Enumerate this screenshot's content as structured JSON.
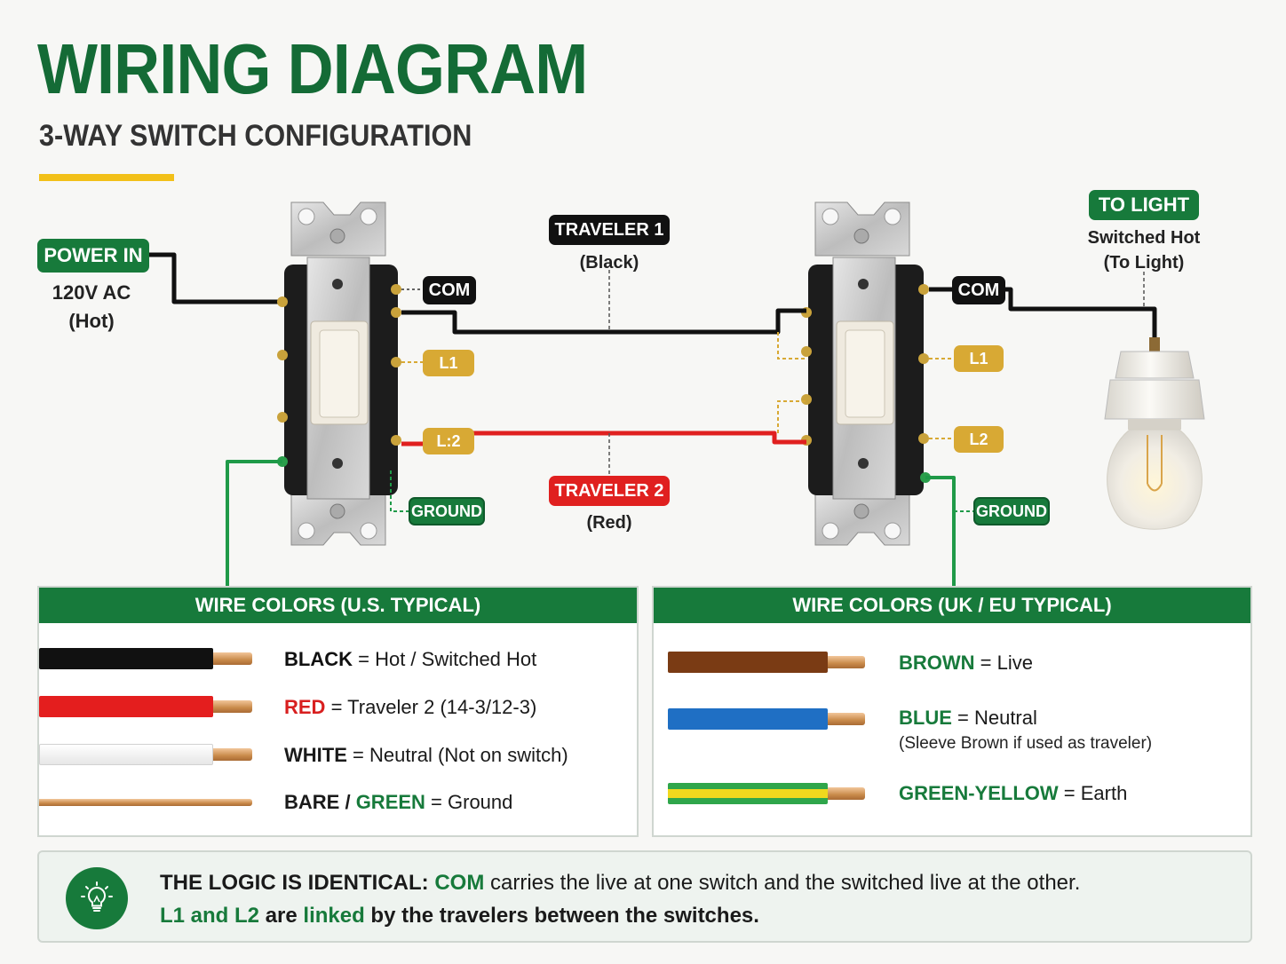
{
  "header": {
    "title": "WIRING DIAGRAM",
    "subtitle": "3-WAY SWITCH CONFIGURATION"
  },
  "diagram": {
    "power_in": {
      "label": "POWER IN",
      "line1": "120V AC",
      "line2": "(Hot)"
    },
    "to_light": {
      "label": "TO LIGHT",
      "line1": "Switched Hot",
      "line2": "(To Light)"
    },
    "traveler1": {
      "label": "TRAVELER 1",
      "color_note": "(Black)"
    },
    "traveler2": {
      "label": "TRAVELER 2",
      "color_note": "(Red)"
    },
    "left_switch": {
      "com": "COM",
      "l1": "L1",
      "l2": "L:2",
      "ground": "GROUND"
    },
    "right_switch": {
      "com": "COM",
      "l1": "L1",
      "l2": "L2",
      "ground": "GROUND"
    }
  },
  "us_panel": {
    "title": "WIRE COLORS (U.S. TYPICAL)",
    "rows": [
      {
        "color_name": "BLACK",
        "desc": " = Hot / Switched Hot",
        "swatch": "#111111",
        "name_color": "#111111"
      },
      {
        "color_name": "RED",
        "desc": " = Traveler 2 (14-3/12-3)",
        "swatch": "#e41e1e",
        "name_color": "#d81f1f"
      },
      {
        "color_name": "WHITE",
        "desc": " = Neutral (Not on switch)",
        "swatch": "#ffffff",
        "name_color": "#111111"
      },
      {
        "color_name": "BARE / ",
        "color_name2": "GREEN",
        "desc": " = Ground",
        "swatch": "none",
        "name_color": "#111111",
        "name2_color": "#177a3b"
      }
    ]
  },
  "eu_panel": {
    "title": "WIRE COLORS (UK / EU TYPICAL)",
    "rows": [
      {
        "color_name": "BROWN",
        "desc": " = Live",
        "swatch": "#7a3b14",
        "name_color": "#177a3b"
      },
      {
        "color_name": "BLUE",
        "desc": " = Neutral",
        "note": "(Sleeve Brown if used as traveler)",
        "swatch": "#1f6fc4",
        "name_color": "#177a3b"
      },
      {
        "color_name": "GREEN-YELLOW",
        "desc": " = Earth",
        "swatch": "stripe",
        "name_color": "#177a3b"
      }
    ]
  },
  "logic": {
    "line1_a": "THE LOGIC IS IDENTICAL: ",
    "line1_b": "COM",
    "line1_c": " carries the live at one switch and the switched live at the other.",
    "line2_a": "L1 and L2",
    "line2_b": " are ",
    "line2_c": "linked",
    "line2_d": " by the travelers between the switches."
  },
  "colors": {
    "brand_green": "#177a3b",
    "accent_yellow": "#f2c018",
    "traveler_red": "#e0201f",
    "terminal_gold": "#d8a934"
  }
}
